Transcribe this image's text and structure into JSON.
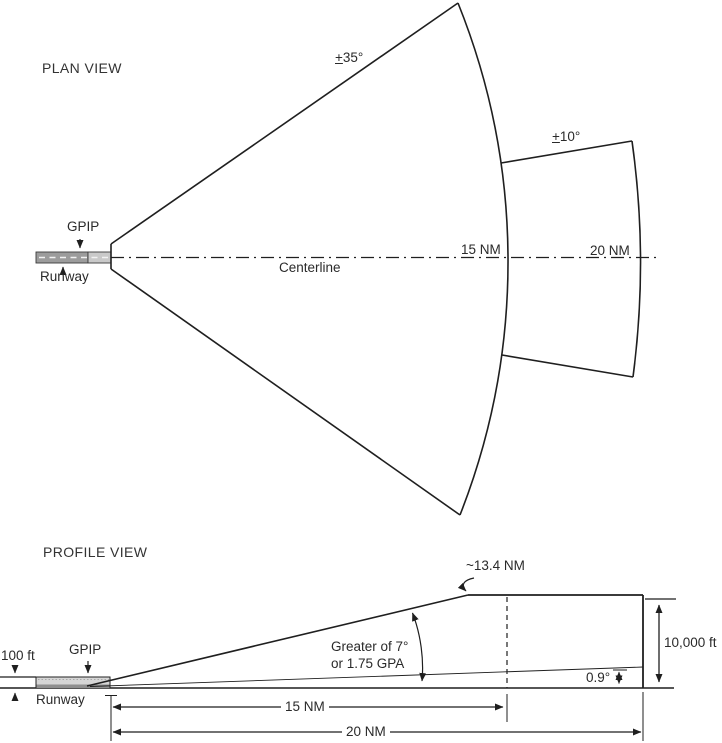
{
  "plan": {
    "title": "PLAN VIEW",
    "angle_wide": {
      "sign": "+",
      "value": "35°"
    },
    "angle_narrow": {
      "sign": "+",
      "value": "10°"
    },
    "range_mid": "15 NM",
    "range_far": "20 NM",
    "centerline_label": "Centerline",
    "gpip_label": "GPIP",
    "runway_label": "Runway"
  },
  "profile": {
    "title": "PROFILE VIEW",
    "top_distance": "~13.4 NM",
    "glide_note_line1": "Greater of 7°",
    "glide_note_line2": "or 1.75 GPA",
    "low_angle": "0.9°",
    "ceiling_height": "10,000 ft",
    "min_height": "100 ft",
    "gpip_label": "GPIP",
    "runway_label": "Runway",
    "dim_mid": "15 NM",
    "dim_far": "20 NM"
  },
  "colors": {
    "line": "#1f1f1f",
    "runway_gray": "#9c9c9c",
    "runway_light": "#c9c9c9",
    "profile_runway_fill": "#d6d6d6",
    "profile_runway_band": "#8f8f8f"
  }
}
